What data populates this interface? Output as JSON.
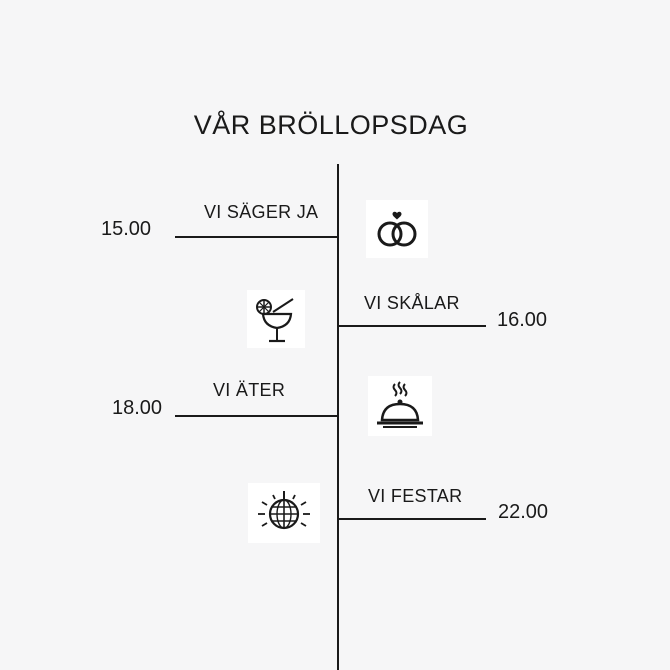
{
  "title": "VÅR BRÖLLOPSDAG",
  "events": [
    {
      "label": "VI SÄGER JA",
      "time": "15.00",
      "icon": "wedding-rings-icon"
    },
    {
      "label": "VI SKÅLAR",
      "time": "16.00",
      "icon": "cocktail-glass-icon"
    },
    {
      "label": "VI ÄTER",
      "time": "18.00",
      "icon": "food-cloche-icon"
    },
    {
      "label": "VI FESTAR",
      "time": "22.00",
      "icon": "disco-ball-icon"
    }
  ]
}
